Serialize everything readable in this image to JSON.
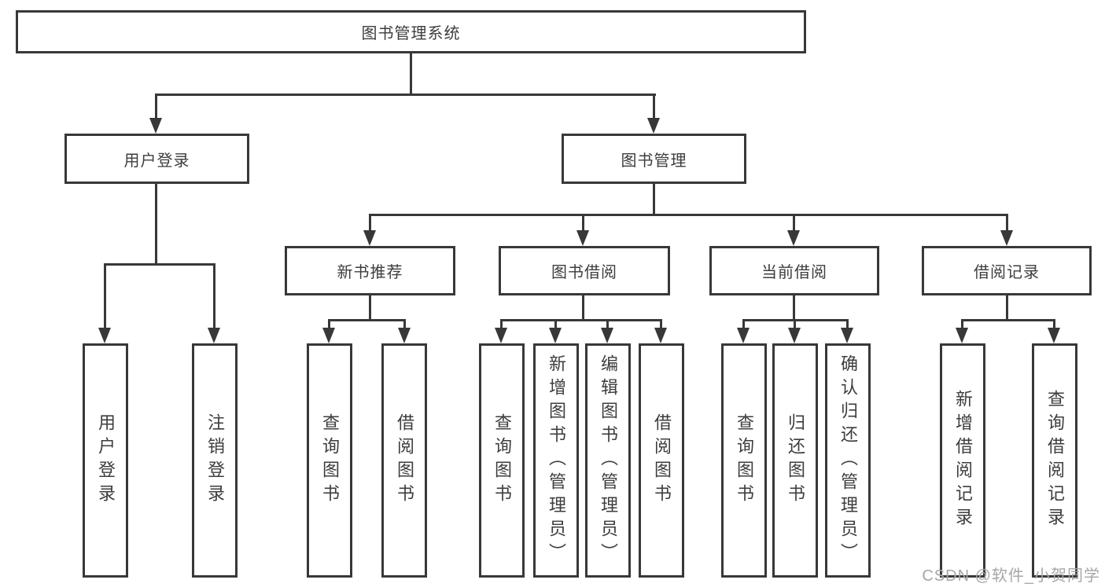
{
  "tree": {
    "root": {
      "label": "图书管理系统"
    },
    "branches": [
      {
        "label": "用户登录",
        "children": [
          {
            "label": "用户登录"
          },
          {
            "label": "注销登录"
          }
        ]
      },
      {
        "label": "图书管理",
        "children": [
          {
            "label": "新书推荐",
            "children": [
              {
                "label": "查询图书"
              },
              {
                "label": "借阅图书"
              }
            ]
          },
          {
            "label": "图书借阅",
            "children": [
              {
                "label": "查询图书"
              },
              {
                "label": "新增图书（管理员）"
              },
              {
                "label": "编辑图书（管理员）"
              },
              {
                "label": "借阅图书"
              }
            ]
          },
          {
            "label": "当前借阅",
            "children": [
              {
                "label": "查询图书"
              },
              {
                "label": "归还图书"
              },
              {
                "label": "确认归还（管理员）"
              }
            ]
          },
          {
            "label": "借阅记录",
            "children": [
              {
                "label": "新增借阅记录"
              },
              {
                "label": "查询借阅记录"
              }
            ]
          }
        ]
      }
    ]
  },
  "watermark": {
    "text": "CSDN @软件_小贺同学"
  },
  "colors": {
    "line": "#383838",
    "text": "#3d3d3d",
    "watermark": "#a6a6a6",
    "bg": "#ffffff"
  }
}
